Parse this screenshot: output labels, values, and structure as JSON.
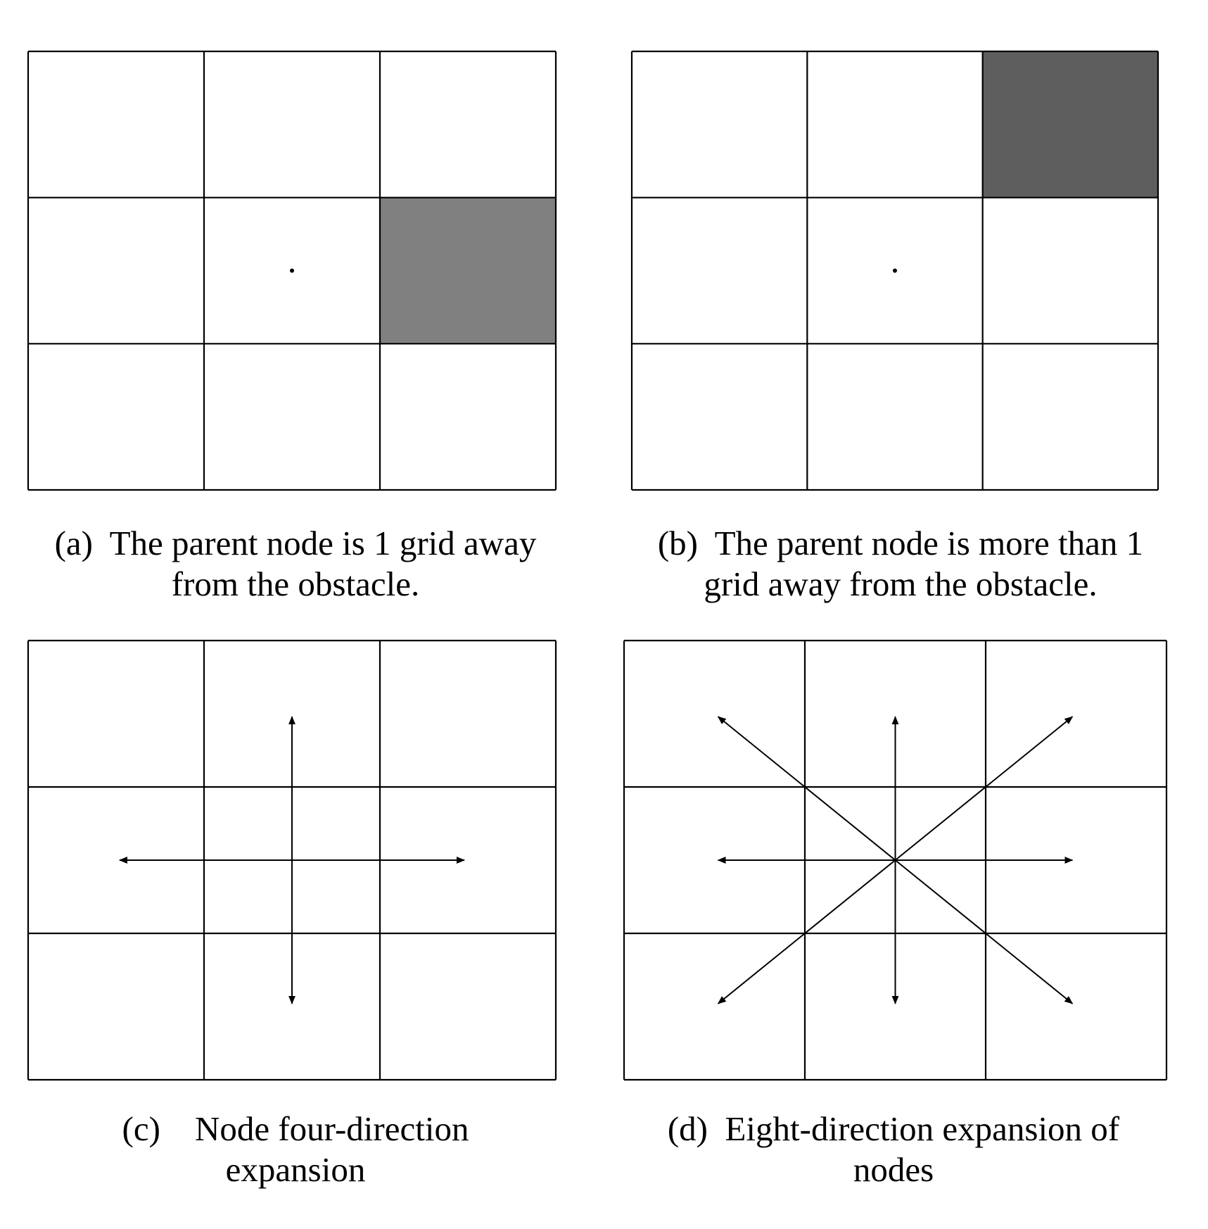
{
  "panels": [
    {
      "id": "a",
      "caption": {
        "tag": "(a)",
        "line1": "The parent node is 1 grid away",
        "line2": "from the obstacle."
      },
      "grid": {
        "rows": 3,
        "cols": 3
      },
      "obstacle_cell": {
        "row": 1,
        "col": 2,
        "color": "#808080"
      },
      "center_dot": true,
      "arrows": []
    },
    {
      "id": "b",
      "caption": {
        "tag": "(b)",
        "line1": "The parent node is more than 1",
        "line2": "grid away from the obstacle."
      },
      "grid": {
        "rows": 3,
        "cols": 3
      },
      "obstacle_cell": {
        "row": 0,
        "col": 2,
        "color": "#5e5e5e"
      },
      "center_dot": true,
      "arrows": []
    },
    {
      "id": "c",
      "caption": {
        "tag": "(c)",
        "line1": "Node four-direction",
        "line2": "expansion"
      },
      "grid": {
        "rows": 3,
        "cols": 3
      },
      "obstacle_cell": null,
      "center_dot": false,
      "arrows": [
        "up",
        "down",
        "left",
        "right"
      ]
    },
    {
      "id": "d",
      "caption": {
        "tag": "(d)",
        "line1": "Eight-direction expansion of",
        "line2": "nodes"
      },
      "grid": {
        "rows": 3,
        "cols": 3
      },
      "obstacle_cell": null,
      "center_dot": false,
      "arrows": [
        "up",
        "down",
        "left",
        "right",
        "up-left",
        "up-right",
        "down-left",
        "down-right"
      ]
    }
  ],
  "colors": {
    "line": "#000000",
    "background": "#ffffff"
  }
}
